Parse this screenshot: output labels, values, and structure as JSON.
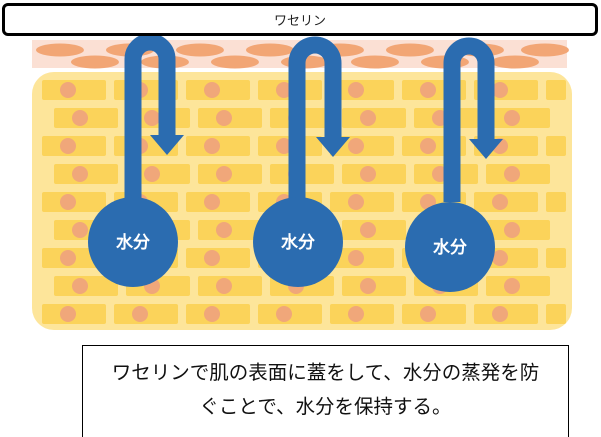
{
  "header": {
    "label": "ワセリン"
  },
  "bubbles": [
    {
      "label": "水分"
    },
    {
      "label": "水分"
    },
    {
      "label": "水分"
    }
  ],
  "caption": {
    "line1": "ワセリンで肌の表面に蓋をして、水分の蒸発を防",
    "line2": "ぐことで、水分を保持する。"
  },
  "colors": {
    "arrow": "#2b6cb0",
    "skin_yellow": "#fde59a",
    "cell_yellow": "#fbd35a",
    "nucleus": "#f0a77a",
    "surface_pink": "#fbe0d4",
    "surface_cell": "#f2a675"
  }
}
